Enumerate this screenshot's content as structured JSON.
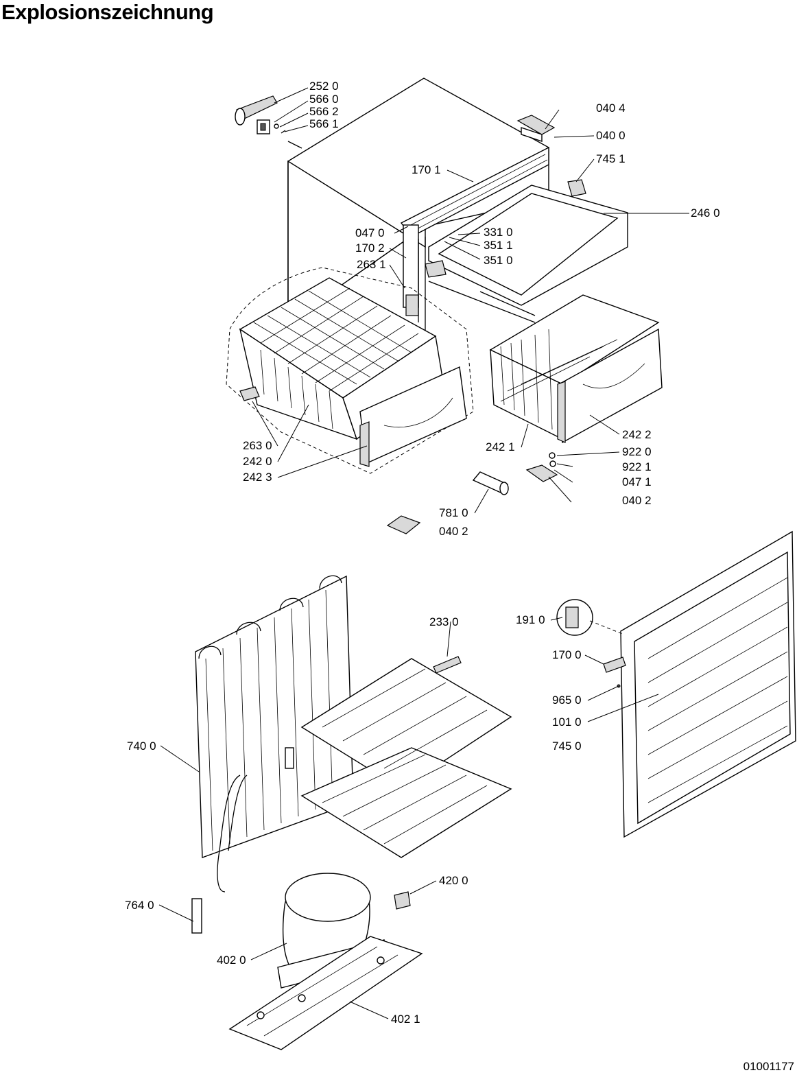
{
  "title": "Explosionszeichnung",
  "document_number": "01001177",
  "callouts": [
    {
      "id": "c-252-0",
      "text": "252 0"
    },
    {
      "id": "c-566-0",
      "text": "566 0"
    },
    {
      "id": "c-566-2",
      "text": "566 2"
    },
    {
      "id": "c-566-1",
      "text": "566 1"
    },
    {
      "id": "c-040-4",
      "text": "040 4"
    },
    {
      "id": "c-040-0",
      "text": "040 0"
    },
    {
      "id": "c-745-1",
      "text": "745 1"
    },
    {
      "id": "c-170-1",
      "text": "170 1"
    },
    {
      "id": "c-246-0",
      "text": "246 0"
    },
    {
      "id": "c-047-0",
      "text": "047 0"
    },
    {
      "id": "c-331-0",
      "text": "331 0"
    },
    {
      "id": "c-170-2",
      "text": "170 2"
    },
    {
      "id": "c-351-1",
      "text": "351 1"
    },
    {
      "id": "c-351-0",
      "text": "351 0"
    },
    {
      "id": "c-263-1",
      "text": "263 1"
    },
    {
      "id": "c-263-0",
      "text": "263 0"
    },
    {
      "id": "c-242-0",
      "text": "242 0"
    },
    {
      "id": "c-242-3",
      "text": "242 3"
    },
    {
      "id": "c-242-2",
      "text": "242 2"
    },
    {
      "id": "c-242-1",
      "text": "242 1"
    },
    {
      "id": "c-922-0",
      "text": "922 0"
    },
    {
      "id": "c-922-1",
      "text": "922 1"
    },
    {
      "id": "c-047-1",
      "text": "047 1"
    },
    {
      "id": "c-040-2a",
      "text": "040 2"
    },
    {
      "id": "c-781-0",
      "text": "781 0"
    },
    {
      "id": "c-040-2b",
      "text": "040 2"
    },
    {
      "id": "c-233-0",
      "text": "233 0"
    },
    {
      "id": "c-191-0",
      "text": "191 0"
    },
    {
      "id": "c-170-0",
      "text": "170 0"
    },
    {
      "id": "c-965-0",
      "text": "965 0"
    },
    {
      "id": "c-101-0",
      "text": "101 0"
    },
    {
      "id": "c-745-0",
      "text": "745 0"
    },
    {
      "id": "c-740-0",
      "text": "740 0"
    },
    {
      "id": "c-420-0",
      "text": "420 0"
    },
    {
      "id": "c-764-0",
      "text": "764 0"
    },
    {
      "id": "c-402-0",
      "text": "402 0"
    },
    {
      "id": "c-402-1",
      "text": "402 1"
    }
  ]
}
